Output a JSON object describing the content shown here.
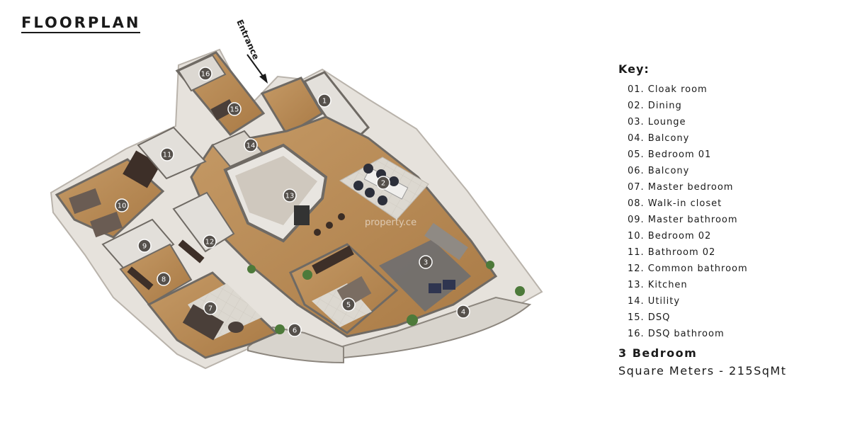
{
  "page": {
    "title": "FLOORPLAN"
  },
  "plan": {
    "entrance_label": "Entrance",
    "watermark": "property.ce",
    "rooms": [
      {
        "number": "1",
        "name": "Cloak room"
      },
      {
        "number": "2",
        "name": "Dining"
      },
      {
        "number": "3",
        "name": "Lounge"
      },
      {
        "number": "4",
        "name": "Balcony"
      },
      {
        "number": "5",
        "name": "Bedroom 01"
      },
      {
        "number": "6",
        "name": "Balcony"
      },
      {
        "number": "7",
        "name": "Master bedroom"
      },
      {
        "number": "8",
        "name": "Walk-in closet"
      },
      {
        "number": "9",
        "name": "Master bathroom"
      },
      {
        "number": "10",
        "name": "Bedroom 02"
      },
      {
        "number": "11",
        "name": "Bathroom 02"
      },
      {
        "number": "12",
        "name": "Common bathroom"
      },
      {
        "number": "13",
        "name": "Kitchen"
      },
      {
        "number": "14",
        "name": "Utility"
      },
      {
        "number": "15",
        "name": "DSQ"
      },
      {
        "number": "16",
        "name": "DSQ bathroom"
      }
    ]
  },
  "key": {
    "title": "Key:",
    "items": [
      "01. Cloak room",
      "02. Dining",
      "03. Lounge",
      "04. Balcony",
      "05. Bedroom 01",
      "06. Balcony",
      "07. Master bedroom",
      "08. Walk-in closet",
      "09. Master bathroom",
      "10. Bedroom 02",
      "11.  Bathroom 02",
      "12. Common bathroom",
      "13. Kitchen",
      "14. Utility",
      "15. DSQ",
      "16. DSQ bathroom"
    ]
  },
  "unit": {
    "type": "3 Bedroom",
    "area": "Square Meters - 215SqMt"
  },
  "colors": {
    "wood_floor": "#b98a55",
    "tile_floor": "#d9d4cc",
    "wall": "#e9e6e1",
    "wall_edge": "#6f6a64",
    "marker": "#55504b",
    "rug": "#6e6e70"
  }
}
